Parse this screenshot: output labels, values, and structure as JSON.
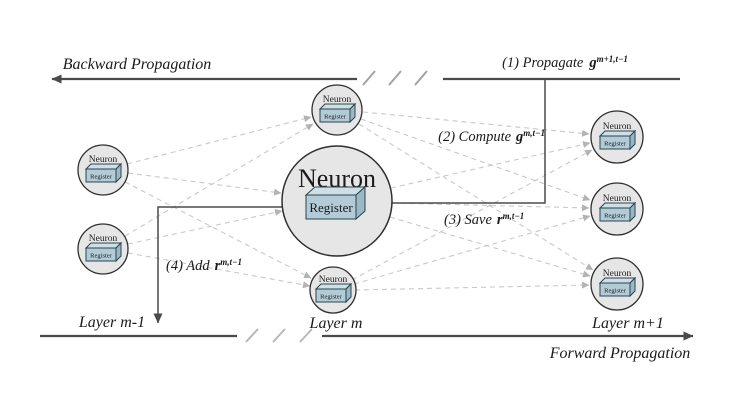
{
  "diagram": {
    "backward_label": "Backward Propagation",
    "forward_label": "Forward Propagation",
    "neuron_label": "Neuron",
    "register_label": "Register",
    "layers": {
      "m_minus_1": "Layer m-1",
      "m": "Layer m",
      "m_plus_1": "Layer m+1"
    },
    "steps": [
      {
        "label": "(1) Propagate",
        "var": "g",
        "sup": "m+1,t−1"
      },
      {
        "label": "(2) Compute",
        "var": "g",
        "sup": "m,t−1"
      },
      {
        "label": "(3) Save",
        "var": "r",
        "sup": "m,t−1"
      },
      {
        "label": "(4) Add",
        "var": "r",
        "sup": "m,t−1"
      }
    ],
    "colors": {
      "axis_line": "#4a4a4a",
      "dashed_connection": "#c9c9c9",
      "neuron_fill": "#e6e6e6",
      "neuron_stroke": "#2f2f2f",
      "register_front": "#b3cbd6",
      "register_top": "#cfdfe6",
      "register_side": "#9cb8c4",
      "text": "#1a1a1a"
    }
  }
}
